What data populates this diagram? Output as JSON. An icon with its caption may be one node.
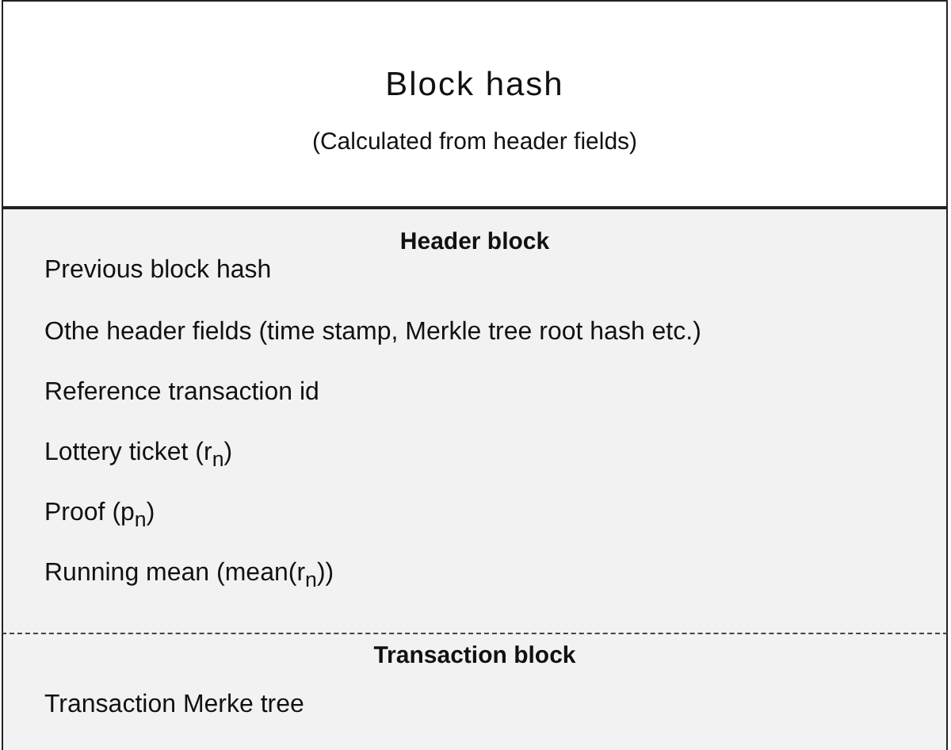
{
  "diagram": {
    "nodes": [
      {
        "text": [
          "Block hash",
          "(Calculated from header fields)"
        ]
      },
      {
        "text": [
          "Header block",
          "Previous block hash",
          "Othe header fields (time stamp, Merkle tree root hash etc.)",
          "Reference transaction id",
          "Lottery ticket (r$_{n}$)",
          "Proof (p$_{n}$)",
          "Running mean (mean(r$_{n}$))"
        ]
      },
      {
        "text": [
          "Transaction block",
          "Transaction Merke tree"
        ]
      }
    ]
  }
}
